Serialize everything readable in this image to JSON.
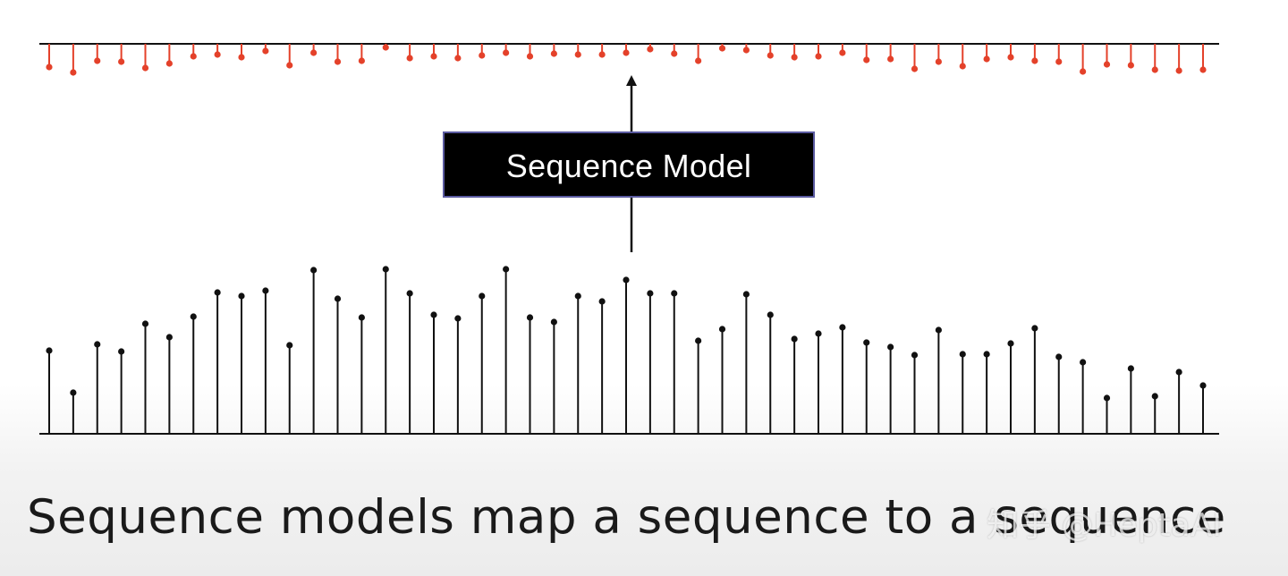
{
  "diagram": {
    "model_label": "Sequence Model",
    "input_color": "#111111",
    "output_color": "#e4412a",
    "box_color": "#000000",
    "box_border_color": "#5a5aa0",
    "input_sequence": [
      93,
      46,
      100,
      92,
      123,
      108,
      131,
      158,
      154,
      160,
      99,
      183,
      151,
      130,
      184,
      157,
      133,
      129,
      154,
      184,
      130,
      125,
      154,
      148,
      172,
      157,
      157,
      104,
      117,
      156,
      133,
      106,
      112,
      119,
      102,
      97,
      88,
      116,
      89,
      89,
      101,
      118,
      86,
      80,
      40,
      73,
      42,
      69,
      54
    ],
    "output_sequence": [
      26,
      32,
      19,
      20,
      27,
      22,
      14,
      12,
      15,
      8,
      24,
      10,
      20,
      19,
      4,
      16,
      14,
      16,
      13,
      10,
      14,
      11,
      12,
      12,
      10,
      6,
      11,
      19,
      5,
      7,
      13,
      15,
      14,
      10,
      18,
      17,
      28,
      20,
      25,
      17,
      15,
      19,
      20,
      31,
      23,
      24,
      29,
      30,
      29
    ]
  },
  "caption": "Sequence models map a sequence to a sequence",
  "watermark": "知乎 @HeptaAI"
}
